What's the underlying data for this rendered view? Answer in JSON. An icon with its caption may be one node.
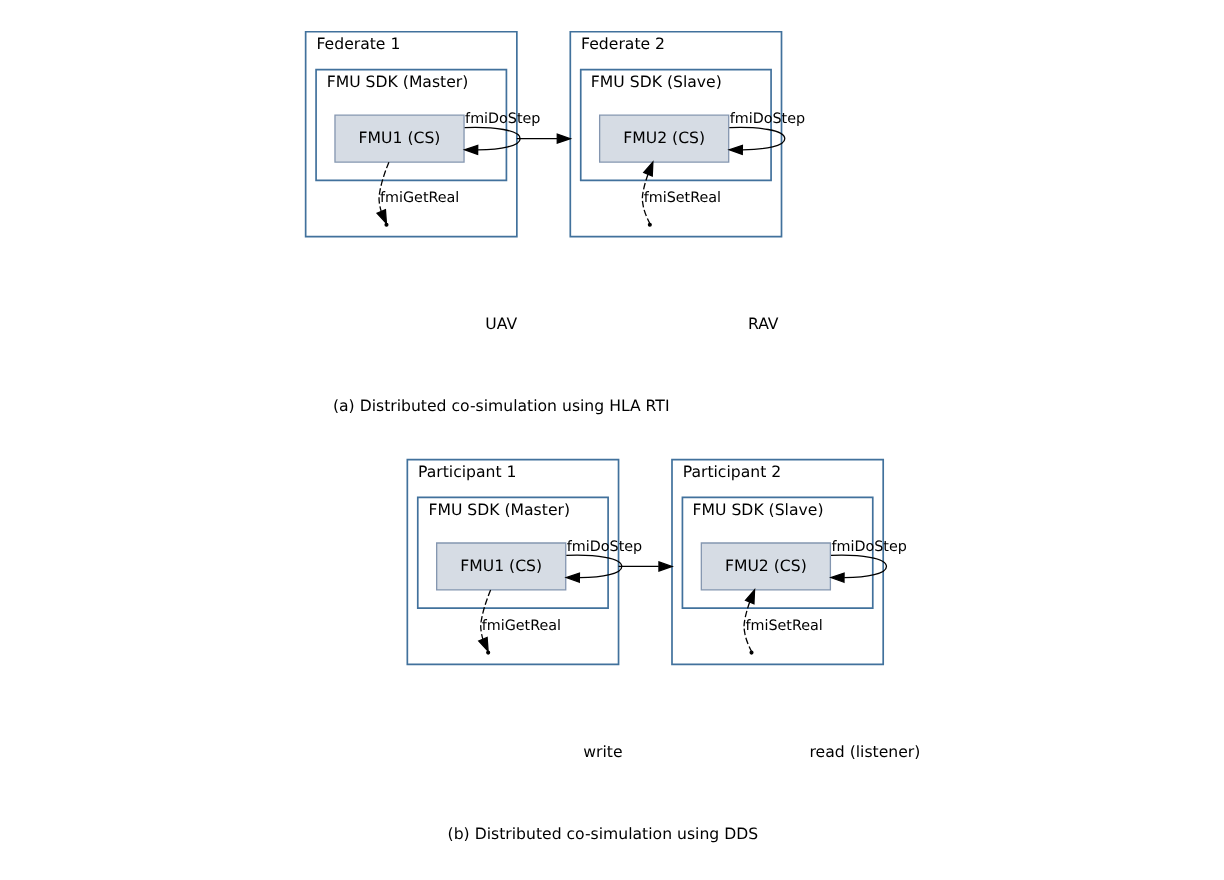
{
  "diagram": {
    "nodes": [
      {
        "text": [
          "Federate 1"
        ]
      },
      {
        "text": [
          "FMU SDK (Master)"
        ],
        "in": 0
      },
      {
        "text": [
          "FMU1 (CS)"
        ],
        "in": 1
      },
      {
        "text": [
          "Federate 2"
        ]
      },
      {
        "text": [
          "FMU SDK (Slave)"
        ],
        "in": 3
      },
      {
        "text": [
          "FMU2 (CS)"
        ],
        "in": 4
      },
      {
        "text": [
          "Participant 1"
        ]
      },
      {
        "text": [
          "FMU SDK (Master)"
        ],
        "in": 6
      },
      {
        "text": [
          "FMU1 (CS)"
        ],
        "in": 7
      },
      {
        "text": [
          "Participant 2"
        ]
      },
      {
        "text": [
          "FMU SDK (Slave)"
        ],
        "in": 9
      },
      {
        "text": [
          "FMU2 (CS)"
        ],
        "in": 10
      }
    ],
    "edges": [
      {
        "from": 2,
        "to": 2,
        "arrow": "to",
        "label": "fmiDoStep"
      },
      {
        "from": 2,
        "to": 0,
        "arrow": "to",
        "style": "dashed",
        "label": "fmiGetReal"
      },
      {
        "from": 0,
        "to": 3,
        "arrow": "to"
      },
      {
        "from": 5,
        "to": 5,
        "arrow": "to",
        "label": "fmiDoStep"
      },
      {
        "from": 3,
        "to": 5,
        "arrow": "to",
        "style": "dashed",
        "label": "fmiSetReal"
      },
      {
        "from": 8,
        "to": 8,
        "arrow": "to",
        "label": "fmiDoStep"
      },
      {
        "from": 8,
        "to": 6,
        "arrow": "to",
        "style": "dashed",
        "label": "fmiGetReal"
      },
      {
        "from": 6,
        "to": 9,
        "arrow": "to"
      },
      {
        "from": 11,
        "to": 11,
        "arrow": "to",
        "label": "fmiDoStep"
      },
      {
        "from": 9,
        "to": 11,
        "arrow": "to",
        "style": "dashed",
        "label": "fmiSetReal"
      }
    ],
    "labels": [
      "UAV",
      "RAV",
      "(a) Distributed co-simulation using HLA RTI",
      "write",
      "read (listener)",
      "(b) Distributed co-simulation using DDS"
    ]
  }
}
